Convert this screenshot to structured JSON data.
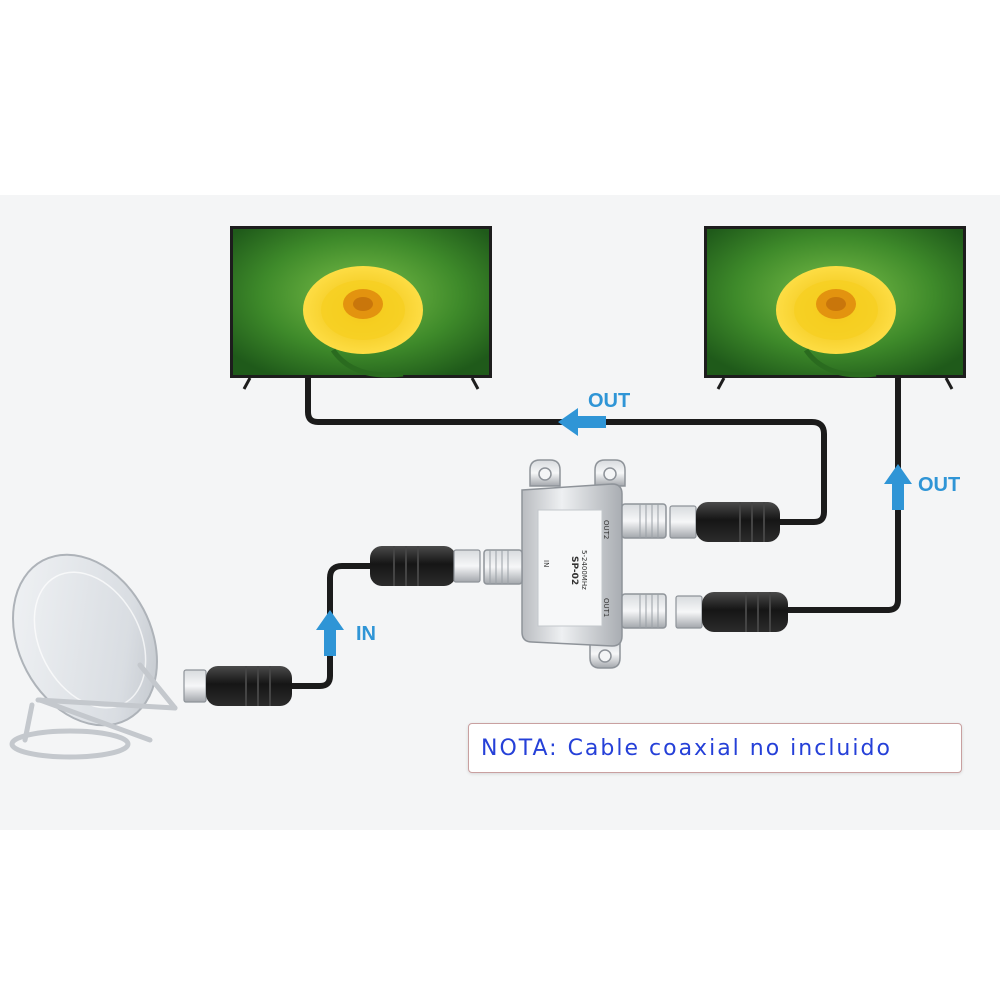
{
  "colors": {
    "background": "#ffffff",
    "panel": "#f4f5f6",
    "cable": "#1b1b1b",
    "label": "#2f95d6",
    "note_text": "#2540d8",
    "tv_screen": "#3f8a2c",
    "flower": "#f2c81c"
  },
  "labels": {
    "out_top": "OUT",
    "out_right": "OUT",
    "in": "IN"
  },
  "splitter": {
    "model": "SP-02",
    "freq": "5-2400MHz",
    "out1": "OUT1",
    "out2": "OUT2",
    "input": "IN"
  },
  "note": {
    "text": "NOTA: Cable coaxial no incluido"
  },
  "icons": [
    "satellite-dish-icon",
    "tv-icon",
    "tv-icon",
    "splitter-icon",
    "arrow-left-icon",
    "arrow-up-icon"
  ]
}
